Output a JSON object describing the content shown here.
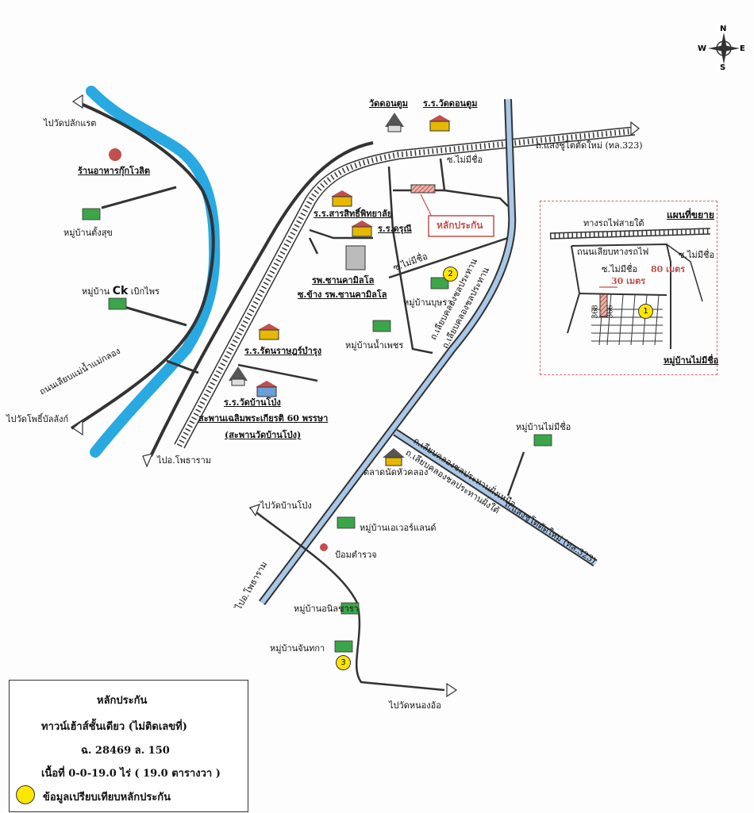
{
  "compass": {
    "n": "N",
    "s": "S",
    "e": "E",
    "w": "W"
  },
  "labels": {
    "wat_plak_raet": "ไปวัดปลักแรต",
    "restaurant": "ร้านอาหารกุ๊กโวลิต",
    "village_tang_suk": "หมู่บ้านตั้งสุข",
    "village_ck": "หมู่บ้าน",
    "ck": "Ck",
    "ck_suffix": "เบิกไพร",
    "road_mae_klong": "ถนนเลียบแม่น้ำแม่กลอง",
    "wat_pho_bang": "ไปวัดโพธิ์บัลลังก์",
    "wat_don_tum": "วัดดอนตูม",
    "school_don_tum": "ร.ร.วัดดอนตูม",
    "road_323_top": "ถ.แสงชูโตตัดใหม่ (ทล.323)",
    "soi_no_name_1": "ซ.ไม่มีชื่อ",
    "school_sarasit": "ร.ร.สารสิทธิ์พิทยาลัย",
    "school_daruni": "ร.ร.ดรุณี",
    "collateral": "หลักประกัน",
    "hospital": "รพ.ซานคามิลโล",
    "soi_hospital": "ซ.ข้าง รพ.ซานคามิลโล",
    "soi_no_name_2": "ซ.ไม่มีชื่อ",
    "village_bussara": "หมู่บ้านบุษรา",
    "village_nam_phet": "หมู่บ้านน้ำเพชร",
    "canal_road_1": "ถ.เลียบคลองชลประทาน",
    "canal_road_2": "ถ.เลียบคลองชลประทาน",
    "school_rattana": "ร.ร.รัตนราษฎร์บำรุง",
    "school_ban_pong": "ร.ร.วัดบ้านโป่ง",
    "bridge_1": "สะพานเฉลิมพระเกียรติ 60 พรรษา",
    "bridge_2": "(สะพานวัดบ้านโป่ง)",
    "to_photharam_1": "ไปอ.โพธาราม",
    "village_mai_mi_chue": "หมู่บ้านไม่มีชื่อ",
    "market": "ตลาดนัดหัวคลอง",
    "canal_road_north": "ถ.เลียบคลองชลประทานฝั่งเหนือ",
    "canal_road_south": "ถ.เลียบคลองชลประทานฝั่งใต้",
    "road_323_bottom": "ถ.แสงชูโตตัดใหม่ (ทล.323)",
    "wat_ban_pong": "ไปวัดบ้านโป่ง",
    "village_ever_land": "หมู่บ้านเอเวอร์แลนด์",
    "police_box": "ป้อมตำรวจ",
    "to_photharam_2": "ไปอ.โพธาราม",
    "village_anilchara": "หมู่บ้านอนิลชารา",
    "village_chanthaka": "หมู่บ้านจันทกา",
    "wat_nong_o": "ไปวัดหนองอ้อ"
  },
  "inset": {
    "title": "แผนที่ขยาย",
    "railway": "ทางรถไฟสายใต้",
    "road_rail": "ถนนเลียบทางรถไฟ",
    "soi_a": "ซ.ไม่มีชื่อ",
    "soi_b": "ซ.ไม่มีชื่อ",
    "dist_80": "80 เมตร",
    "dist_30": "30 เมตร",
    "plot_368": "368",
    "plot_366": "366",
    "village": "หมู่บ้านไม่มีชื่อ"
  },
  "markers": [
    "1",
    "2",
    "3"
  ],
  "legend": {
    "collateral": "หลักประกัน",
    "type": "ทาวน์เฮ้าส์ชั้นเดียว (ไม่ติดเลขที่)",
    "deed": "ฉ. 28469 ล. 150",
    "area": "เนื้อที่  0-0-19.0 ไร่ ( 19.0 ตารางวา )",
    "comparison": "ข้อมูลเปรียบเทียบหลักประกัน"
  },
  "colors": {
    "river": "#29a9e1",
    "canal": "#a9c8e8",
    "collateral": "#c0504d",
    "marker": "#ffe600",
    "inset_border": "#d46a6a"
  }
}
